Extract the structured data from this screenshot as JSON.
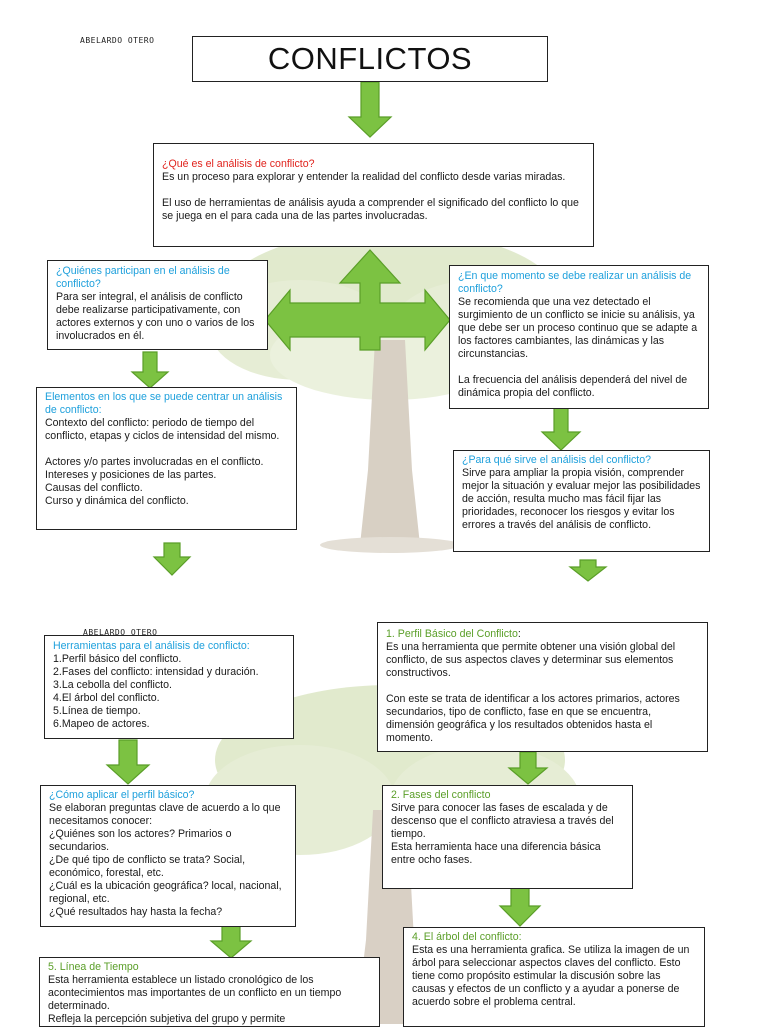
{
  "header": {
    "author": "ABELARDO OTERO",
    "title": "CONFLICTOS"
  },
  "colors": {
    "arrow_fill": "#7cc242",
    "arrow_stroke": "#5a9e28",
    "heading_red": "#e0231d",
    "heading_blue": "#1ea0dc",
    "heading_green": "#5a9e28"
  },
  "boxes": {
    "que_es": {
      "heading": "¿Qué es el análisis de conflicto?",
      "paragraphs": [
        "Es un proceso para explorar y   entender la realidad del conflicto  desde varias miradas.",
        "El uso de   herramientas   de análisis ayuda a comprender el significado del conflicto lo que se juega en el para cada una de las partes involucradas."
      ]
    },
    "quienes": {
      "heading": "¿Quiénes participan en el análisis de conflicto?",
      "body": "Para ser integral, el análisis de conflicto debe realizarse participativamente, con actores externos y con uno o varios de los involucrados en él."
    },
    "momento": {
      "heading": "¿En que momento se debe realizar un análisis de conflicto?",
      "paragraphs": [
        "Se recomienda que una vez   detectado el surgimiento de un conflicto se inicie su análisis, ya que debe ser un proceso continuo que se adapte a los factores   cambiantes, las dinámicas y las circunstancias.",
        "La frecuencia del análisis dependerá del nivel de   dinámica propia del conflicto."
      ]
    },
    "elementos": {
      "heading": "Elementos en los que se puede centrar un análisis de conflicto:",
      "paragraphs": [
        "Contexto del conflicto: periodo de tiempo del conflicto, etapas y ciclos de intensidad del mismo.",
        "Actores y/o partes involucradas en el conflicto.\nIntereses y posiciones de las   partes.\nCausas del conflicto.\nCurso y dinámica del conflicto."
      ]
    },
    "para_que": {
      "heading": "¿Para qué sirve el análisis del conflicto?",
      "body": "Sirve para ampliar la propia visión, comprender mejor   la situación y evaluar mejor las posibilidades de acción, resulta mucho mas fácil fijar las prioridades, reconocer los riesgos y evitar los errores a través del análisis de conflicto."
    },
    "herramientas": {
      "heading": "Herramientas para el análisis de conflicto:",
      "items": [
        "1.Perfil básico del conflicto.",
        "2.Fases del conflicto: intensidad y duración.",
        "3.La cebolla del conflicto.",
        "4.El árbol del conflicto.",
        "5.Línea de tiempo.",
        "6.Mapeo de actores."
      ]
    },
    "perfil_basico": {
      "heading": "1. Perfil Básico del Conflicto",
      "heading_suffix": ":",
      "paragraphs": [
        "Es una herramienta que permite obtener una visión global del conflicto, de sus aspectos claves y determinar sus elementos constructivos.",
        "Con este se trata de identificar a los actores primarios, actores secundarios, tipo de conflicto, fase en que se encuentra, dimensión geográfica y los resultados obtenidos hasta el momento."
      ]
    },
    "como_aplicar": {
      "heading": "¿Cómo aplicar el perfil básico?",
      "body": "Se elaboran preguntas clave de acuerdo a lo que necesitamos conocer:\n¿Quiénes son los actores? Primarios o secundarios.\n¿De qué tipo de conflicto se trata? Social, económico, forestal, etc.\n¿Cuál es la ubicación geográfica? local, nacional, regional, etc.\n¿Qué resultados hay hasta la fecha?"
    },
    "fases": {
      "heading": "2. Fases del conflicto",
      "body": "Sirve para conocer las fases de escalada y de descenso que el conflicto atraviesa a través del tiempo.\nEsta herramienta hace una diferencia básica entre ocho fases."
    },
    "arbol": {
      "heading": "4. El árbol del conflicto:",
      "body": "Esta es una herramienta grafica. Se utiliza la imagen de un árbol para seleccionar aspectos claves del conflicto. Esto tiene como propósito estimular la discusión sobre las causas y efectos de un conflicto y a ayudar a ponerse de   acuerdo sobre el problema central."
    },
    "linea": {
      "heading": "5. Línea de Tiempo",
      "body": "Esta herramienta establece un listado cronológico de los acontecimientos mas importantes de un conflicto en un tiempo determinado.\nRefleja la percepción subjetiva del grupo y permite"
    }
  }
}
